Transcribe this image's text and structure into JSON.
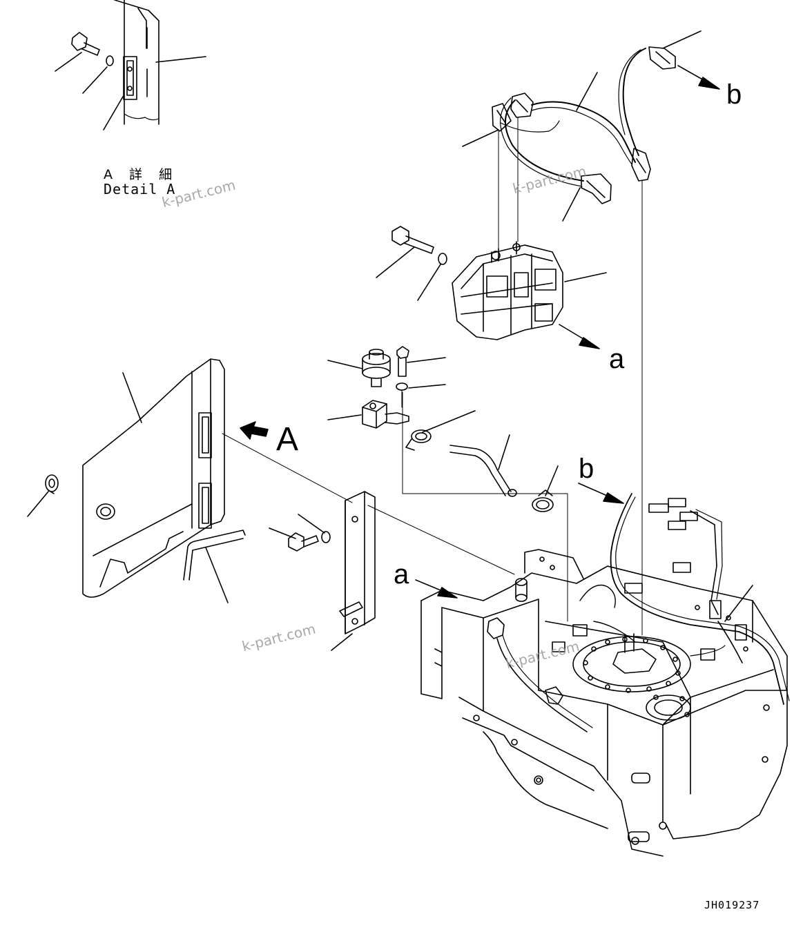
{
  "detail": {
    "title_jp": "A 詳 細",
    "title_en": "Detail A"
  },
  "callouts": {
    "a_right": "a",
    "a_left": "a",
    "b_top": "b",
    "b_mid": "b",
    "A_view": "A"
  },
  "watermarks": [
    "k-part.com",
    "k-part.com",
    "k-part.com",
    "k-part.com"
  ],
  "drawing_number": "JH019237"
}
